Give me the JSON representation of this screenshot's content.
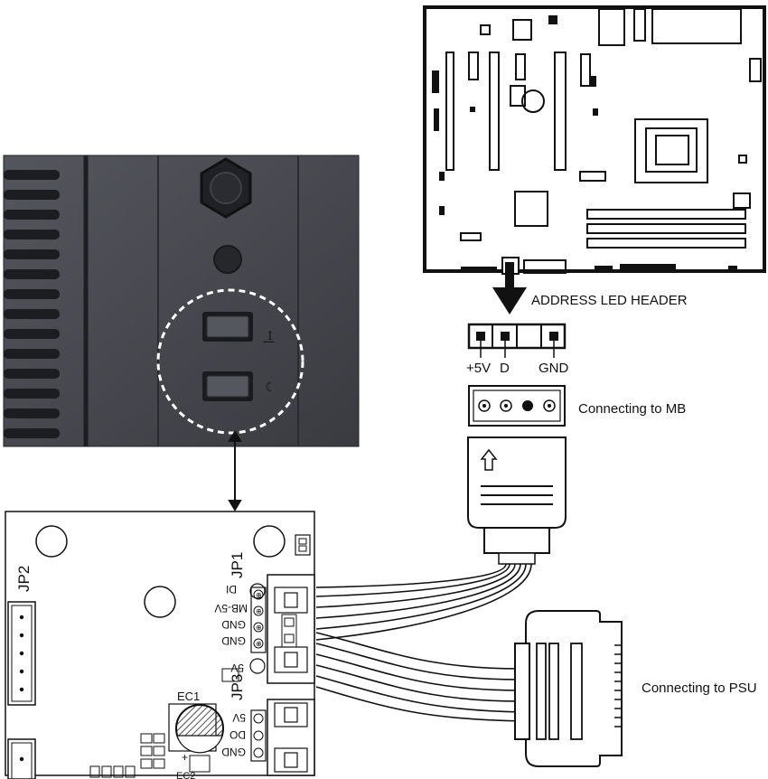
{
  "labels": {
    "address_led_header": "ADDRESS LED HEADER",
    "connecting_mb": "Connecting to MB",
    "connecting_psu": "Connecting to PSU"
  },
  "header_pins": {
    "plus5v": "+5V",
    "d": "D",
    "gnd": "GND"
  },
  "pcb": {
    "jp1": "JP1",
    "jp2": "JP2",
    "jp3": "JP3",
    "ec1": "EC1",
    "di": "DI",
    "mb5v": "MB-5V",
    "gnd1": "GND",
    "gnd2": "GND",
    "v5a": "5V",
    "v5b": "5V",
    "do": "DO",
    "gnd3": "GND",
    "ec2": "EC2"
  },
  "button_glyphs": {
    "top": "ꟷ|",
    "bottom": "☾"
  },
  "icons": {
    "arrow_up": "arrow-up-icon"
  },
  "colors": {
    "ink": "#111111",
    "case_dark": "#3b3c42",
    "case_mid": "#4d4f56",
    "pcb_hatch": "#222222"
  }
}
